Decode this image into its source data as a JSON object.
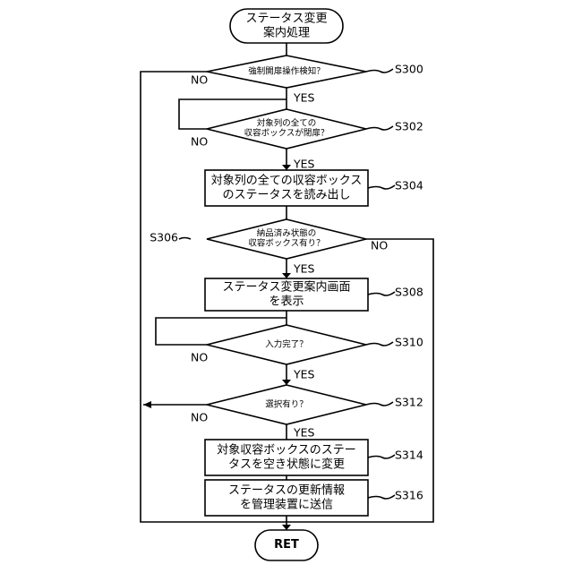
{
  "start": "ステータス変更\n案内処理",
  "end": "RET",
  "steps": {
    "s300": {
      "id": "S300",
      "text": "強制開扉操作検知？"
    },
    "s302": {
      "id": "S302",
      "text": "対象列の全ての\n収容ボックスが閉扉？"
    },
    "s304": {
      "id": "S304",
      "text": "対象列の全ての収容ボックス\nのステータスを読み出し"
    },
    "s306": {
      "id": "S306",
      "text": "納品済み状態の\n収容ボックス有り？"
    },
    "s308": {
      "id": "S308",
      "text": "ステータス変更案内画面\nを表示"
    },
    "s310": {
      "id": "S310",
      "text": "入力完了？"
    },
    "s312": {
      "id": "S312",
      "text": "選択有り？"
    },
    "s314": {
      "id": "S314",
      "text": "対象収容ボックスのステー\nタスを空き状態に変更"
    },
    "s316": {
      "id": "S316",
      "text": "ステータスの更新情報\nを管理装置に送信"
    }
  },
  "branches": {
    "yes": "YES",
    "no": "NO"
  }
}
